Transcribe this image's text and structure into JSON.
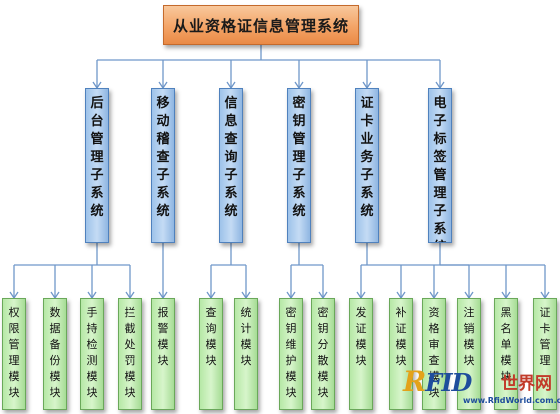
{
  "root": {
    "label": "从业资格证信息管理系统"
  },
  "subsystems": [
    {
      "label": "后台管理子系统",
      "modules": [
        "权限管理模块",
        "数据备份模块",
        "手持检测模块",
        "拦截处罚模块"
      ]
    },
    {
      "label": "移动稽查子系统",
      "modules": [
        "报警模块"
      ]
    },
    {
      "label": "信息查询子系统",
      "modules": [
        "查询模块",
        "统计模块"
      ]
    },
    {
      "label": "密钥管理子系统",
      "modules": [
        "密钥维护模块",
        "密钥分散模块"
      ]
    },
    {
      "label": "证卡业务子系统",
      "modules": [
        "发证模块",
        "补证模块",
        "资格审查模块",
        "注销模块"
      ]
    },
    {
      "label": "电子标签管理子系统",
      "modules": [
        "黑名单模块",
        "证卡管理"
      ]
    }
  ],
  "watermark": {
    "logo": "RFID",
    "brand": "世界网",
    "url": "www.RfidWorld.com.cn"
  },
  "colors": {
    "root_fill": "#f3a467",
    "subsystem_fill": "#b8d3f0",
    "module_fill": "#c6efb8",
    "connector": "#6f97c9"
  }
}
